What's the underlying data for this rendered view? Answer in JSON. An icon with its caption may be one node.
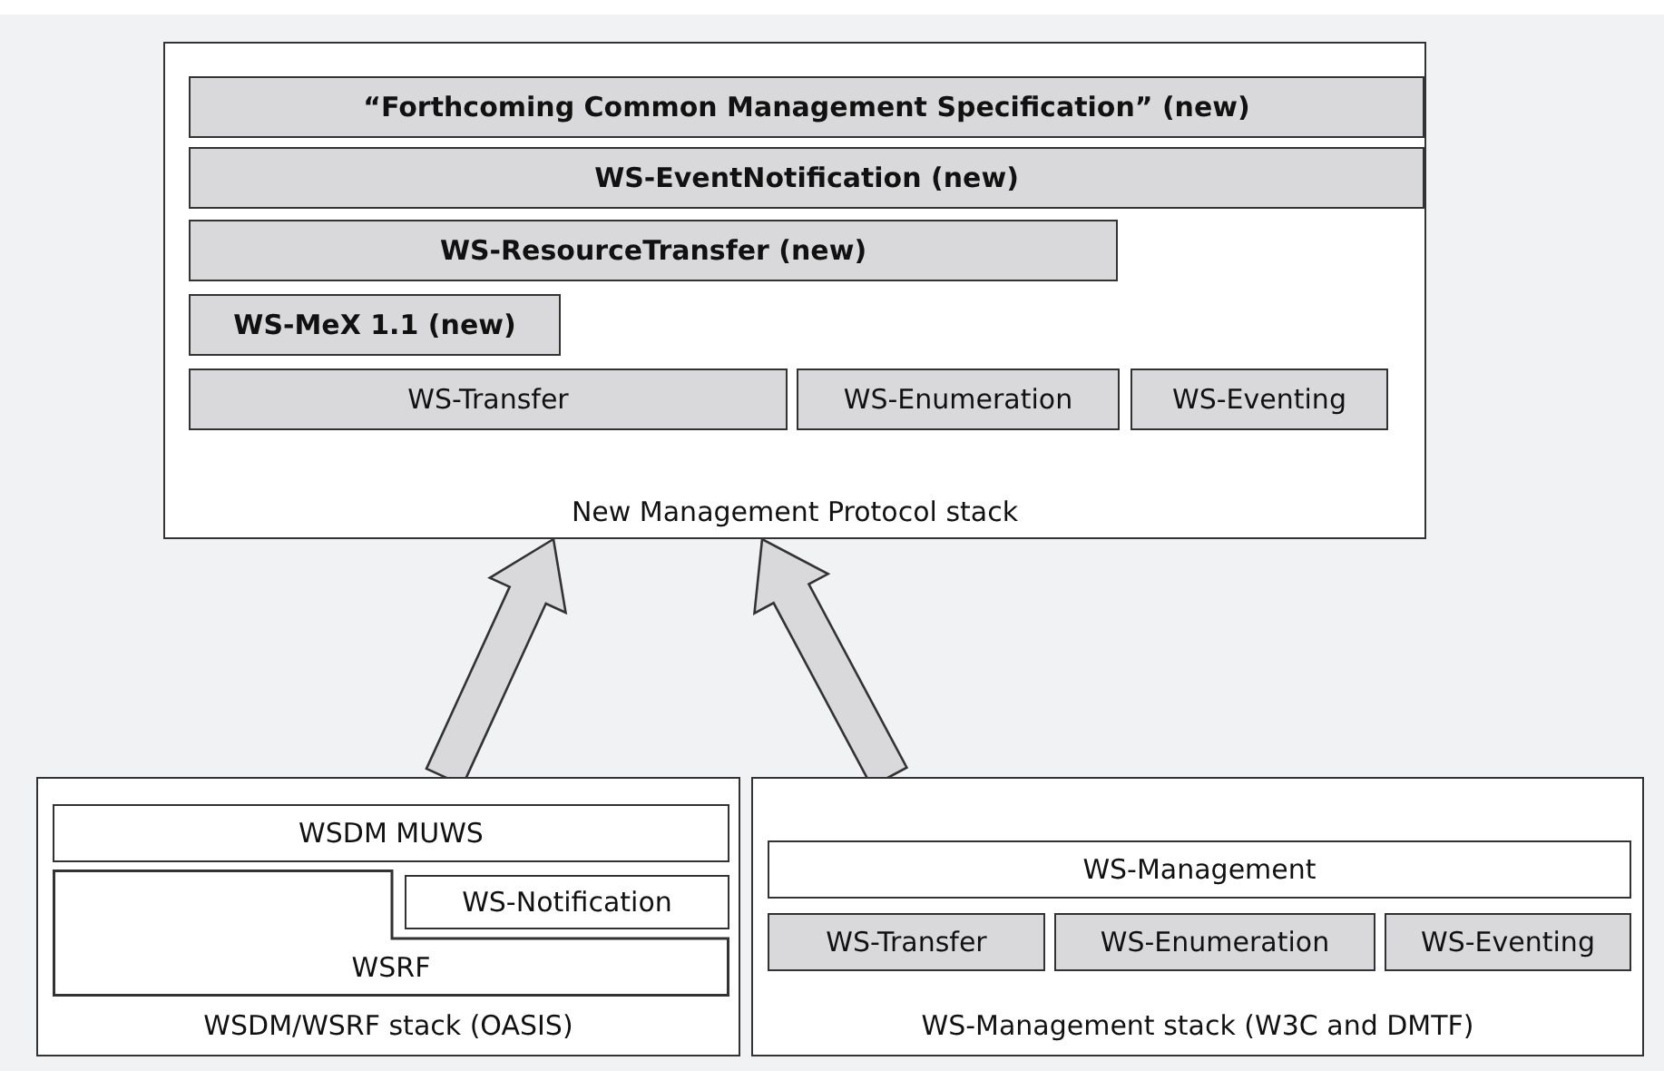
{
  "diagram": {
    "nodes": [
      {
        "text": [
          "New Management Protocol stack"
        ]
      },
      {
        "text": [
          "“Forthcoming Common Management Specification” (new)"
        ],
        "in": 0
      },
      {
        "text": [
          "WS-EventNotification (new)"
        ],
        "in": 0
      },
      {
        "text": [
          "WS-ResourceTransfer (new)"
        ],
        "in": 0
      },
      {
        "text": [
          "WS-MeX 1.1 (new)"
        ],
        "in": 0
      },
      {
        "text": [
          "WS-Transfer"
        ],
        "in": 0
      },
      {
        "text": [
          "WS-Enumeration"
        ],
        "in": 0
      },
      {
        "text": [
          "WS-Eventing"
        ],
        "in": 0
      },
      {
        "text": [
          "WSDM/WSRF stack (OASIS)"
        ]
      },
      {
        "text": [
          "WSDM MUWS"
        ],
        "in": 8
      },
      {
        "text": [
          "WS-Notification"
        ],
        "in": 8
      },
      {
        "text": [
          "WSRF"
        ],
        "in": 8
      },
      {
        "text": [
          "WS-Management stack (W3C and DMTF)"
        ]
      },
      {
        "text": [
          "WS-Management"
        ],
        "in": 12
      },
      {
        "text": [
          "WS-Transfer"
        ],
        "in": 12
      },
      {
        "text": [
          "WS-Enumeration"
        ],
        "in": 12
      },
      {
        "text": [
          "WS-Eventing"
        ],
        "in": 12
      }
    ],
    "edges": [
      {
        "from": 8,
        "to": 0,
        "arrow": "to"
      },
      {
        "from": 12,
        "to": 0,
        "arrow": "to"
      }
    ]
  }
}
